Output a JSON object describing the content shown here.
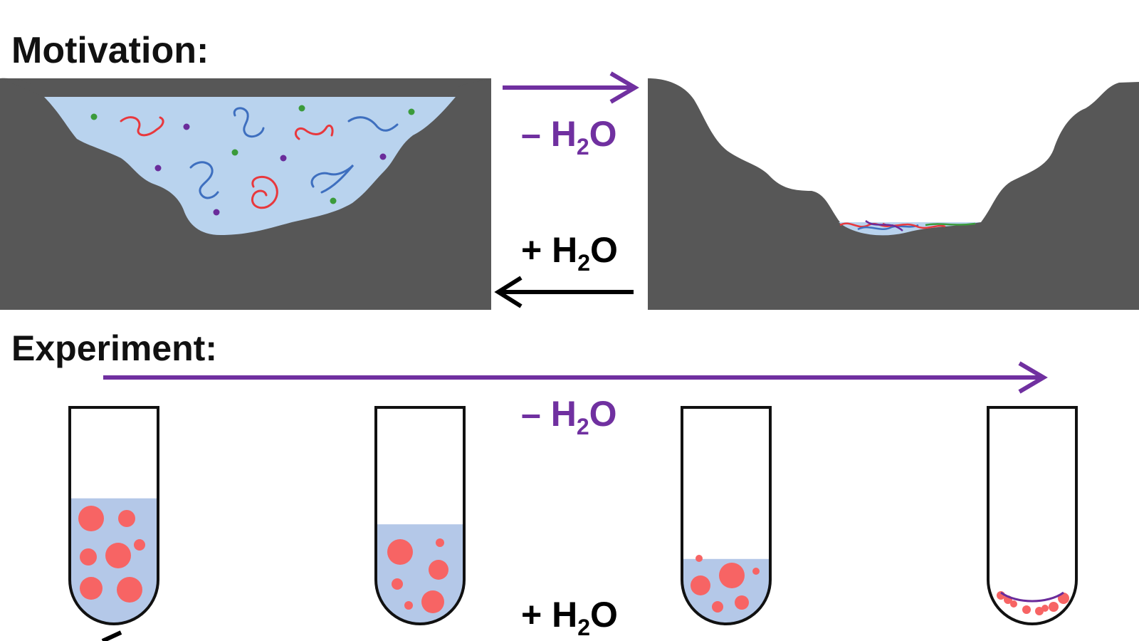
{
  "sections": {
    "motivation_label": "Motivation:",
    "experiment_label": "Experiment:"
  },
  "arrows": {
    "remove_water": {
      "sign": "– H",
      "subscript": "2",
      "suffix": "O"
    },
    "add_water": {
      "sign": "+ H",
      "subscript": "2",
      "suffix": "O"
    }
  },
  "colors": {
    "rock": "#575757",
    "water": "#b9d3ee",
    "tube_liquid": "#b4c8e8",
    "droplet": "#f76464",
    "purple_arrow": "#7030a0",
    "black_arrow": "#000000",
    "red_strand": "#e8383d",
    "blue_strand": "#3e6fbf",
    "green_dot": "#3b9b3b",
    "purple_dot": "#6a2c9b"
  },
  "tubes": [
    {
      "liquid_fraction": 0.58
    },
    {
      "liquid_fraction": 0.46
    },
    {
      "liquid_fraction": 0.3
    },
    {
      "liquid_fraction": 0.0
    }
  ]
}
